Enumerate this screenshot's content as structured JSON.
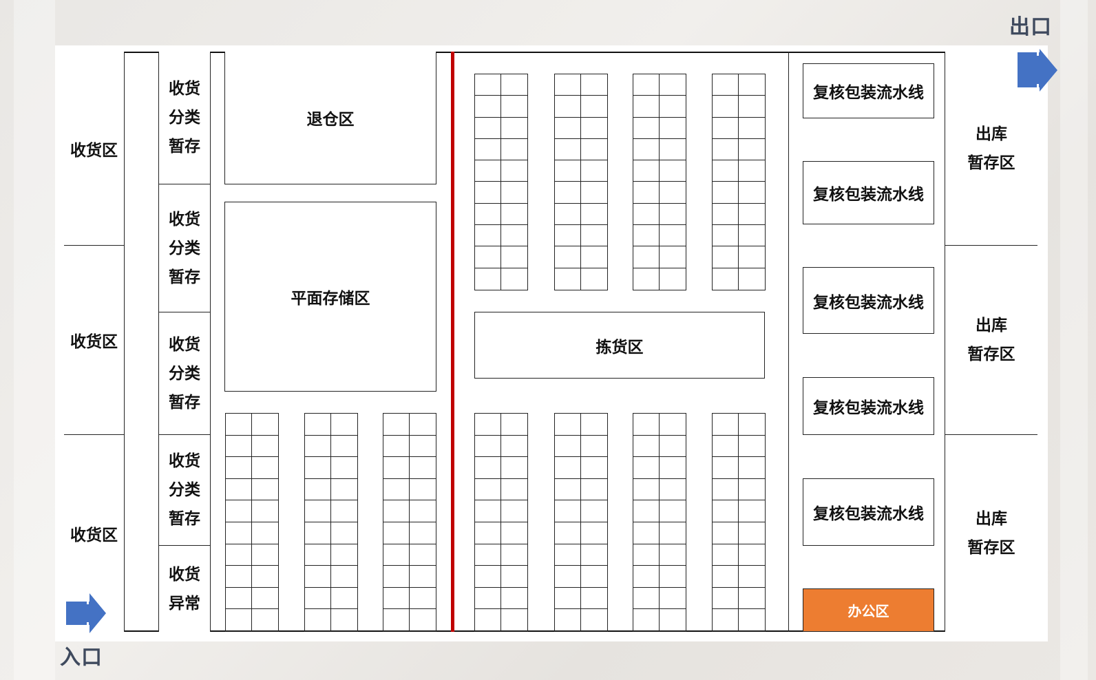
{
  "labels": {
    "exit": "出口",
    "entry": "入口"
  },
  "colors": {
    "divider": "#c00000",
    "arrow": "#4472c4",
    "office": "#ed7d31",
    "label": "#3f4a5e"
  },
  "receiving_zones": [
    {
      "label": "收货区"
    },
    {
      "label": "收货区"
    },
    {
      "label": "收货区"
    }
  ],
  "receiving_staging": [
    {
      "label": "收货\n分类\n暂存"
    },
    {
      "label": "收货\n分类\n暂存"
    },
    {
      "label": "收货\n分类\n暂存"
    },
    {
      "label": "收货\n分类\n暂存"
    },
    {
      "label": "收货\n异常"
    }
  ],
  "return_zone": {
    "label": "退仓区"
  },
  "floor_storage": {
    "label": "平面存储区"
  },
  "picking_zone": {
    "label": "拣货区"
  },
  "packing_lines": [
    {
      "label": "复核包装流水线"
    },
    {
      "label": "复核包装流水线"
    },
    {
      "label": "复核包装流水线"
    },
    {
      "label": "复核包装流水线"
    },
    {
      "label": "复核包装流水线"
    }
  ],
  "office": {
    "label": "办公区"
  },
  "outbound_staging": [
    {
      "label": "出库\n暂存区"
    },
    {
      "label": "出库\n暂存区"
    },
    {
      "label": "出库\n暂存区"
    }
  ],
  "racks": {
    "rows_per_rack": 10,
    "cols_per_rack": 2,
    "left_bottom_count": 3,
    "right_top_count": 4,
    "right_bottom_count": 4
  }
}
